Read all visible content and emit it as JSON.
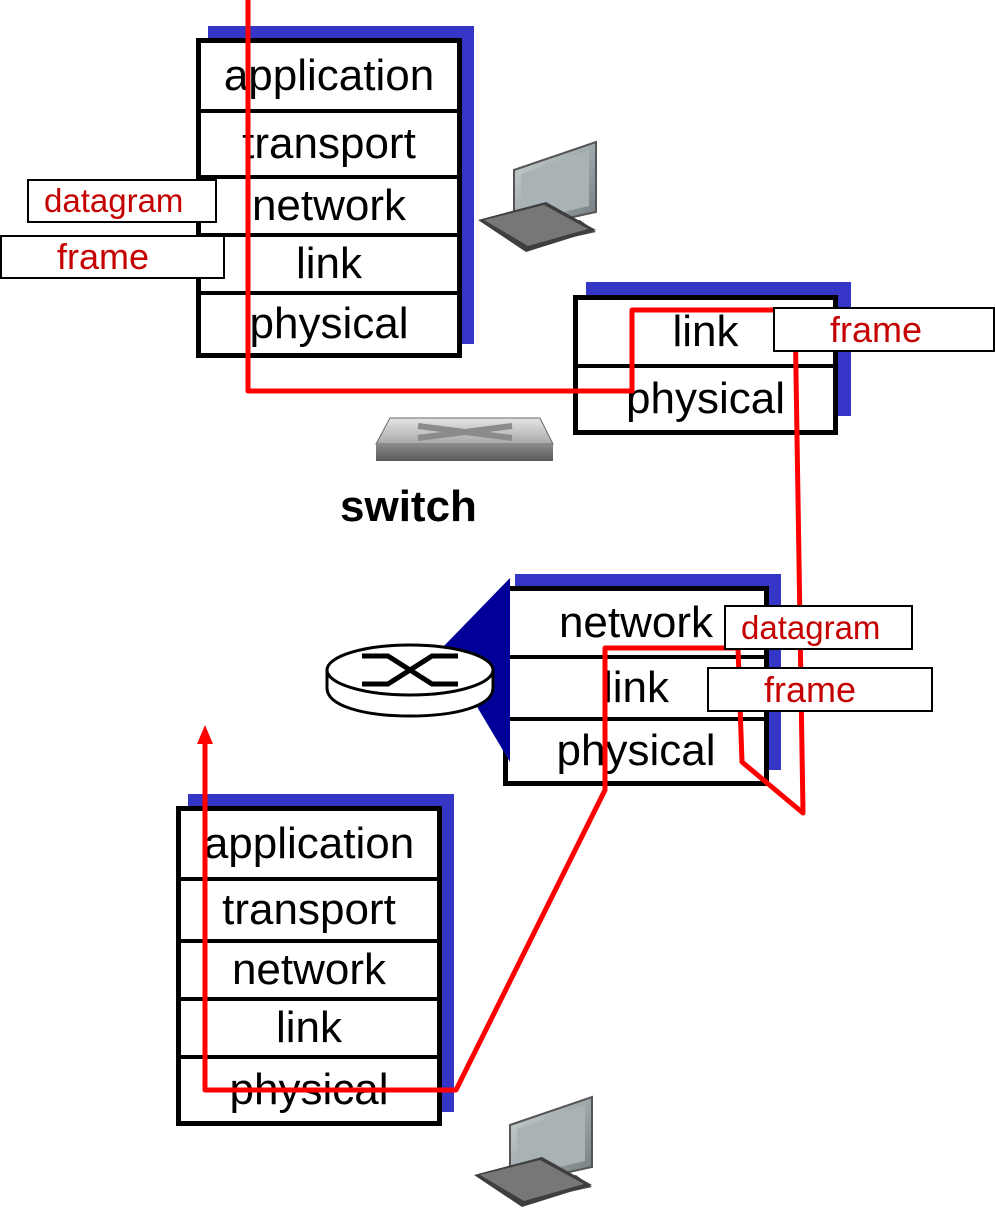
{
  "source_host": {
    "layers": [
      "application",
      "transport",
      "network",
      "link",
      "physical"
    ]
  },
  "switch_node": {
    "label": "switch",
    "layers": [
      "link",
      "physical"
    ],
    "frame_tag": "frame"
  },
  "router_node": {
    "layers": [
      "network",
      "link",
      "physical"
    ],
    "datagram_tag": "datagram",
    "frame_tag": "frame"
  },
  "dest_host": {
    "layers": [
      "application",
      "transport",
      "network",
      "link",
      "physical"
    ]
  },
  "source_tags": {
    "datagram": "datagram",
    "frame": "frame"
  },
  "colors": {
    "path": "#ff0000",
    "stack_shadow": "#3535c8",
    "router_wedge": "#000099",
    "tag_text": "#c40000"
  },
  "icons": [
    "computer-icon",
    "switch-icon",
    "router-icon"
  ]
}
